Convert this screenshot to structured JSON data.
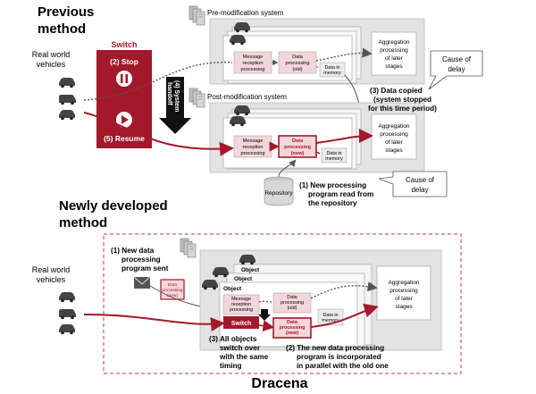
{
  "previous": {
    "heading_line1": "Previous",
    "heading_line2": "method",
    "vehicles_line1": "Real world",
    "vehicles_line2": "vehicles",
    "switch_title": "Switch",
    "stop_label": "(2) Stop",
    "resume_label": "(5) Resume",
    "handoff_line1": "(4) System",
    "handoff_line2": "handoff",
    "pre_title": "Pre-modification system",
    "post_title": "Post-modification system",
    "msg_line1": "Message",
    "msg_line2": "reception",
    "msg_line3": "processing",
    "dp_old_line1": "Data",
    "dp_old_line2": "processing",
    "dp_old_line3": "(old)",
    "dp_new_line1": "Data",
    "dp_new_line2": "processing",
    "dp_new_line3": "(new)",
    "mem_line1": "Data in",
    "mem_line2": "memory",
    "agg_line1": "Aggregation",
    "agg_line2": "processing",
    "agg_line3": "of later",
    "agg_line4": "stages",
    "repository": "Repository",
    "read_line1": "(1) New processing",
    "read_line2": "program read from",
    "read_line3": "the repository",
    "copied_line1": "(3) Data copied",
    "copied_line2": "(system stopped",
    "copied_line3": "for this time period)",
    "delay_line1": "Cause of",
    "delay_line2": "delay"
  },
  "newly": {
    "heading_line1": "Newly developed",
    "heading_line2": "method",
    "vehicles_line1": "Real world",
    "vehicles_line2": "vehicles",
    "sent_line1": "(1) New data",
    "sent_line2": "processing",
    "sent_line3": "program sent",
    "pkg_line1": "Data",
    "pkg_line2": "processing",
    "pkg_line3": "(new)",
    "object_label": "Object",
    "msg_line1": "Message",
    "msg_line2": "reception",
    "msg_line3": "processing",
    "switch_label": "Switch",
    "dp_old_line1": "Data",
    "dp_old_line2": "processing",
    "dp_old_line3": "(old)",
    "dp_new_line1": "Data",
    "dp_new_line2": "processing",
    "dp_new_line3": "(new)",
    "mem_line1": "Data in",
    "mem_line2": "memory",
    "agg_line1": "Aggregation",
    "agg_line2": "processing",
    "agg_line3": "of later",
    "agg_line4": "stages",
    "step3_line1": "(3) All objects",
    "step3_line2": "switch over",
    "step3_line3": "with the same",
    "step3_line4": "timing",
    "step2_line1": "(2) The new data processing",
    "step2_line2": "program is incorporated",
    "step2_line3": "in parallel with the old one",
    "brand": "Dracena"
  },
  "colors": {
    "accent_red": "#a3182a",
    "box_pink": "#f2d6da",
    "frame_gray": "#d9d9d9",
    "dashed_border": "#c8334a"
  }
}
